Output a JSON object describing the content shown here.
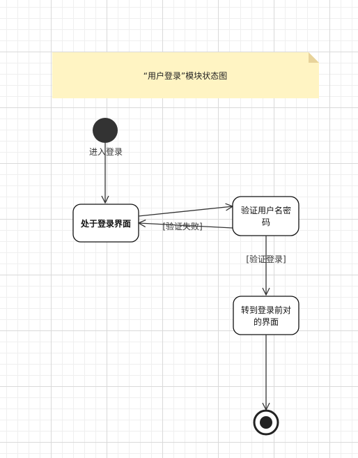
{
  "note": {
    "text": "“用户登录”模块状态图"
  },
  "states": {
    "login_screen": {
      "label": "处于登录界面"
    },
    "verify": {
      "line1": "验证用户名密",
      "line2": "码"
    },
    "goto": {
      "line1": "转到登录前对",
      "line2": "的界面"
    }
  },
  "transitions": {
    "enter_login": "进入登录",
    "verify_fail": "[验证失败]",
    "verify_login": "[验证登录]"
  },
  "colors": {
    "note_fill": "#fff4c3",
    "note_fold": "#e8d39a",
    "node_fill": "#333333",
    "stroke": "#333333"
  }
}
